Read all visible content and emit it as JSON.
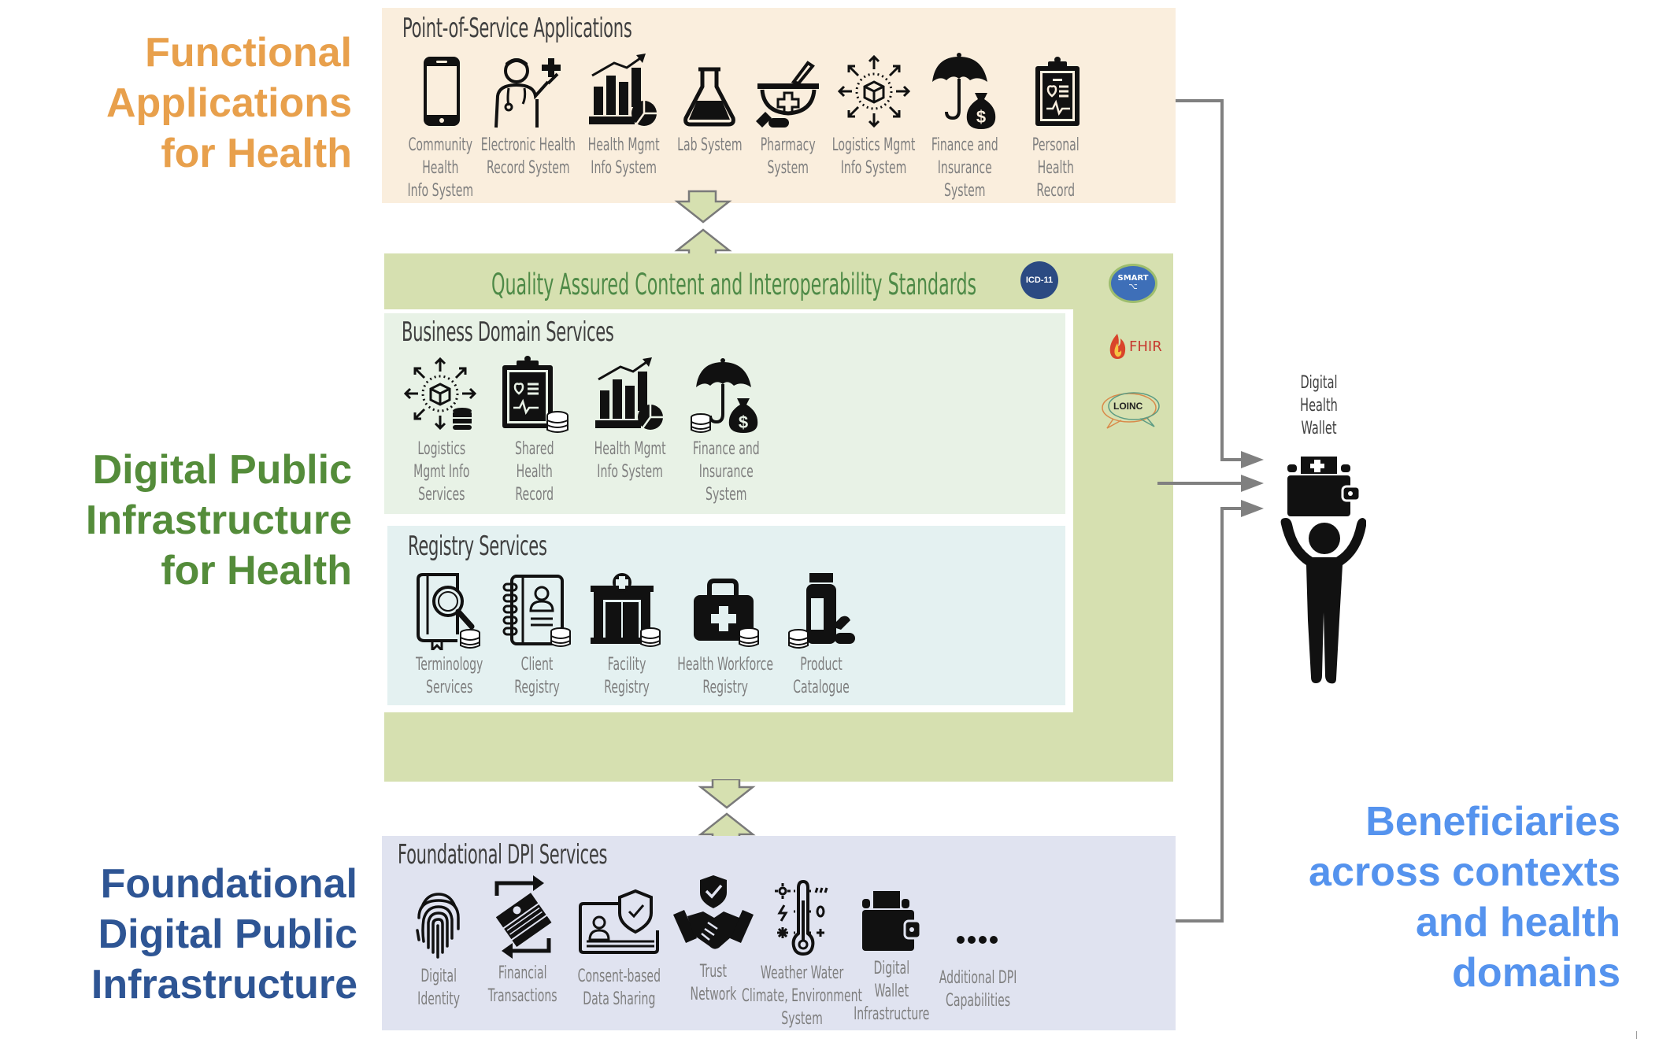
{
  "left_labels": {
    "functional": {
      "lines": [
        "Functional",
        "Applications",
        "for Health"
      ],
      "color": "#E8A04C"
    },
    "dpi_health": {
      "lines": [
        "Digital Public",
        "Infrastructure",
        "for Health"
      ],
      "color": "#548C3A"
    },
    "foundational": {
      "lines": [
        "Foundational",
        "Digital Public",
        "Infrastructure"
      ],
      "color": "#2E5594"
    }
  },
  "beneficiaries": {
    "lines": [
      "Beneficiaries",
      "across contexts",
      "and health",
      "domains"
    ],
    "color": "#5593EE"
  },
  "point_of_service": {
    "title": "Point-of-Service Applications",
    "bg": "#FAEEDD",
    "items": [
      {
        "icon": "smartphone-icon",
        "lines": [
          "Community",
          "Health",
          "Info System"
        ]
      },
      {
        "icon": "doctor-icon",
        "lines": [
          "Electronic Health",
          "Record System"
        ]
      },
      {
        "icon": "bar-chart-icon",
        "lines": [
          "Health Mgmt",
          "Info System"
        ]
      },
      {
        "icon": "flask-icon",
        "lines": [
          "Lab System"
        ]
      },
      {
        "icon": "mortar-pestle-icon",
        "lines": [
          "Pharmacy",
          "System"
        ]
      },
      {
        "icon": "logistics-box-icon",
        "lines": [
          "Logistics Mgmt",
          "Info System"
        ]
      },
      {
        "icon": "umbrella-money-icon",
        "lines": [
          "Finance and",
          "Insurance",
          "System"
        ]
      },
      {
        "icon": "clipboard-health-icon",
        "lines": [
          "Personal",
          "Health",
          "Record"
        ]
      }
    ]
  },
  "standards": {
    "title": "Quality Assured Content and Interoperability Standards",
    "bg": "#D6E0B0",
    "title_color": "#4E8A47",
    "badges": [
      "ICD-11",
      "SMART Guidelines",
      "FHIR",
      "LOINC"
    ]
  },
  "business_domain": {
    "title": "Business Domain Services",
    "bg": "#E8F2E6",
    "items": [
      {
        "icon": "logistics-database-icon",
        "lines": [
          "Logistics",
          "Mgmt Info",
          "Services"
        ]
      },
      {
        "icon": "clipboard-database-icon",
        "lines": [
          "Shared",
          "Health",
          "Record"
        ]
      },
      {
        "icon": "bar-chart-icon",
        "lines": [
          "Health Mgmt",
          "Info System"
        ]
      },
      {
        "icon": "umbrella-money-database-icon",
        "lines": [
          "Finance and",
          "Insurance",
          "System"
        ]
      }
    ]
  },
  "registry": {
    "title": "Registry Services",
    "bg": "#E4F1F1",
    "items": [
      {
        "icon": "book-search-icon",
        "lines": [
          "Terminology",
          "Services"
        ]
      },
      {
        "icon": "contact-book-icon",
        "lines": [
          "Client",
          "Registry"
        ]
      },
      {
        "icon": "hospital-building-icon",
        "lines": [
          "Facility",
          "Registry"
        ]
      },
      {
        "icon": "medical-bag-icon",
        "lines": [
          "Health Workforce",
          "Registry"
        ]
      },
      {
        "icon": "medicine-bottle-icon",
        "lines": [
          "Product",
          "Catalogue"
        ]
      }
    ]
  },
  "foundational_dpi": {
    "title": "Foundational DPI Services",
    "bg": "#E0E3F0",
    "items": [
      {
        "icon": "fingerprint-icon",
        "lines": [
          "Digital",
          "Identity"
        ]
      },
      {
        "icon": "money-exchange-icon",
        "lines": [
          "Financial",
          "Transactions"
        ]
      },
      {
        "icon": "id-card-shield-icon",
        "lines": [
          "Consent-based",
          "Data Sharing"
        ]
      },
      {
        "icon": "handshake-shield-icon",
        "lines": [
          "Trust",
          "Network"
        ]
      },
      {
        "icon": "thermometer-weather-icon",
        "lines": [
          "Weather Water",
          "Climate, Environment",
          "System"
        ]
      },
      {
        "icon": "wallet-icon",
        "lines": [
          "Digital",
          "Wallet",
          "Infrastructure"
        ]
      },
      {
        "icon": "ellipsis-icon",
        "lines": [
          "Additional DPI",
          "Capabilities"
        ]
      }
    ]
  },
  "wallet": {
    "lines": [
      "Digital",
      "Health",
      "Wallet"
    ]
  }
}
